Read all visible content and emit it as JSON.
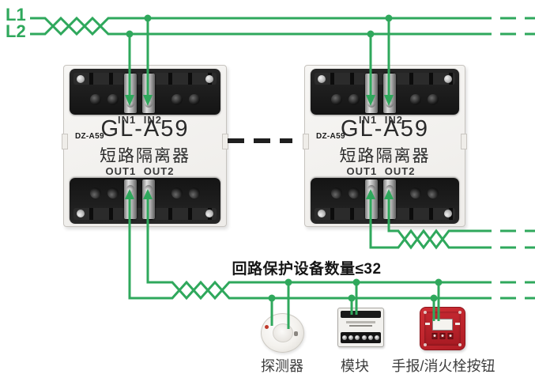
{
  "bus": {
    "l1": "L1",
    "l2": "L2"
  },
  "isolators": [
    {
      "code": "DZ-A59",
      "model": "GL-A59",
      "name": "短路隔离器",
      "in_labels": "IN1 IN2",
      "out_labels": "OUT1 OUT2"
    },
    {
      "code": "DZ-A59",
      "model": "GL-A59",
      "name": "短路隔离器",
      "in_labels": "IN1 IN2",
      "out_labels": "OUT1 OUT2"
    }
  ],
  "note": "回路保护设备数量≤32",
  "devices": [
    {
      "label": "探测器"
    },
    {
      "label": "模块"
    },
    {
      "label": "手报/消火栓按钮"
    }
  ],
  "icons": {
    "wire_arrow": "▼ flow arrow into terminal",
    "junction_dot": "● wire junction",
    "twisted_pair": "zigzag crossover symbol",
    "continuation_dash": "— line continues",
    "segment_break": "black dashed break between isolators"
  },
  "colors": {
    "wire_green": "#2fa85c",
    "call_point_red": "#c0242c",
    "terminal_black": "#161616",
    "dash_black": "#1f1f1f"
  }
}
